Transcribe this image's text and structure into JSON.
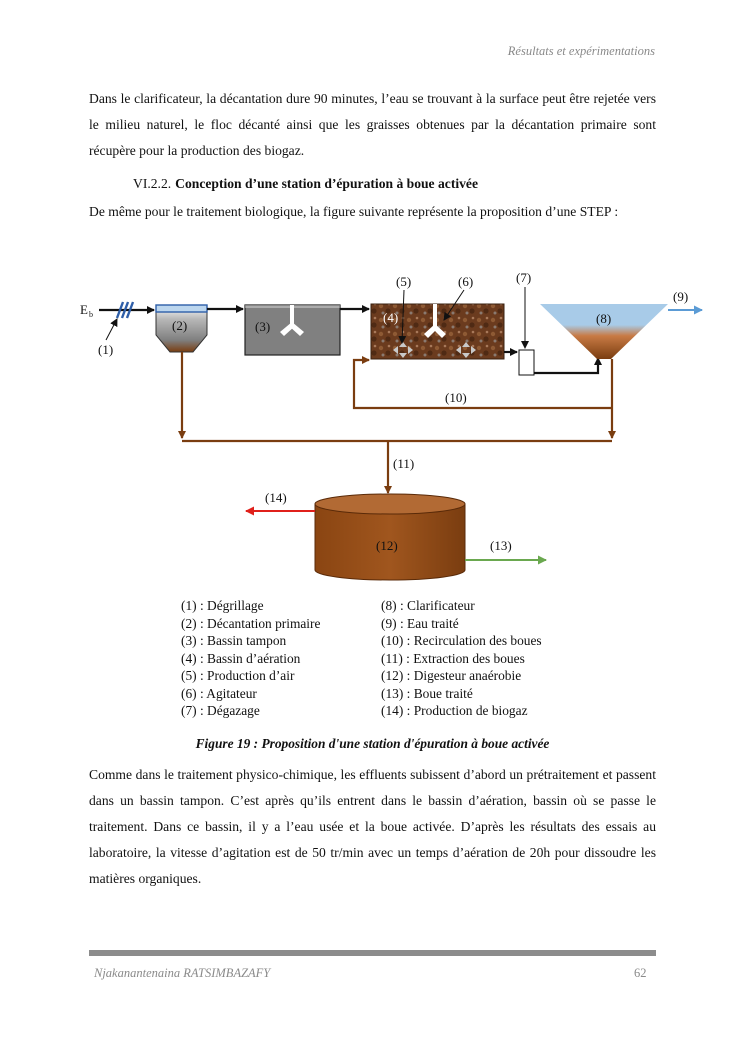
{
  "header": {
    "running_title": "Résultats et expérimentations"
  },
  "paragraphs": {
    "p1": "Dans le clarificateur, la décantation dure 90 minutes, l’eau se trouvant à la surface peut être rejetée vers le milieu naturel, le floc décanté ainsi que les graisses obtenues par la décantation primaire sont récupère pour la production des biogaz.",
    "p2": "De même pour le traitement biologique, la figure suivante représente la proposition d’une STEP :",
    "p3": "Comme dans le traitement physico-chimique, les effluents subissent d’abord un prétraitement et passent dans un bassin tampon. C’est après qu’ils entrent dans le bassin d’aération, bassin où se passe le traitement. Dans ce bassin, il y a l’eau usée et la boue activée. D’après les résultats des essais au laboratoire, la vitesse d’agitation est de 50 tr/min avec un temps d’aération de 20h pour dissoudre les matières organiques."
  },
  "section": {
    "number": "VI.2.2.",
    "title": "Conception d’une station d’épuration à boue activée"
  },
  "diagram": {
    "inlet_label": "E",
    "inlet_subscript": "b",
    "labels": {
      "l1": "(1)",
      "l2": "(2)",
      "l3": "(3)",
      "l4": "(4)",
      "l5": "(5)",
      "l6": "(6)",
      "l7": "(7)",
      "l8": "(8)",
      "l9": "(9)",
      "l10": "(10)",
      "l11": "(11)",
      "l12": "(12)",
      "l13": "(13)",
      "l14": "(14)"
    },
    "colors": {
      "sludge": "#7a3d10",
      "water": "#a8cbe8",
      "effluent_out": "#5b9bd5",
      "biogas": "#e0201b",
      "treated_sludge": "#6aa84f",
      "tank_grey": "#808080"
    }
  },
  "legend": {
    "left": [
      "(1) : Dégrillage",
      "(2) : Décantation primaire",
      "(3) : Bassin tampon",
      "(4) : Bassin d’aération",
      "(5) : Production d’air",
      "(6) : Agitateur",
      "(7) : Dégazage"
    ],
    "right": [
      "(8) : Clarificateur",
      "(9) : Eau traité",
      "(10) : Recirculation des boues",
      "(11) : Extraction des boues",
      "(12) : Digesteur anaérobie",
      "(13) : Boue traité",
      "(14) : Production de biogaz"
    ]
  },
  "caption": "Figure 19 : Proposition d'une station d'épuration à boue activée",
  "footer": {
    "author": "Njakanantenaina RATSIMBAZAFY",
    "page": "62"
  }
}
